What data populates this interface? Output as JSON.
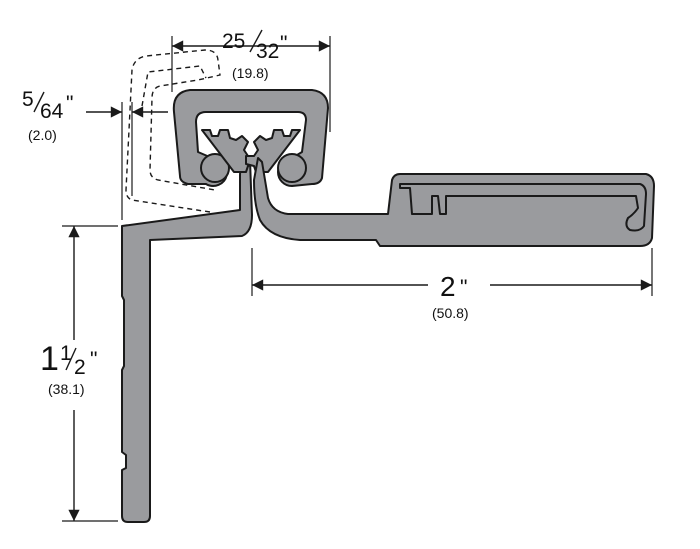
{
  "dimensions": {
    "top_width": {
      "whole": "",
      "num": "25",
      "den": "32",
      "mark": "\"",
      "metric": "(19.8)"
    },
    "gap": {
      "whole": "",
      "num": "5",
      "den": "64",
      "mark": "\"",
      "metric": "(2.0)"
    },
    "leaf_height": {
      "whole": "1",
      "num": "1",
      "den": "2",
      "mark": "\"",
      "metric": "(38.1)"
    },
    "leaf_width": {
      "whole": "2",
      "mark": "\"",
      "metric": "(50.8)"
    }
  },
  "colors": {
    "profile": "#9a9b9e",
    "outline": "#1a1a1a",
    "background": "#ffffff"
  }
}
